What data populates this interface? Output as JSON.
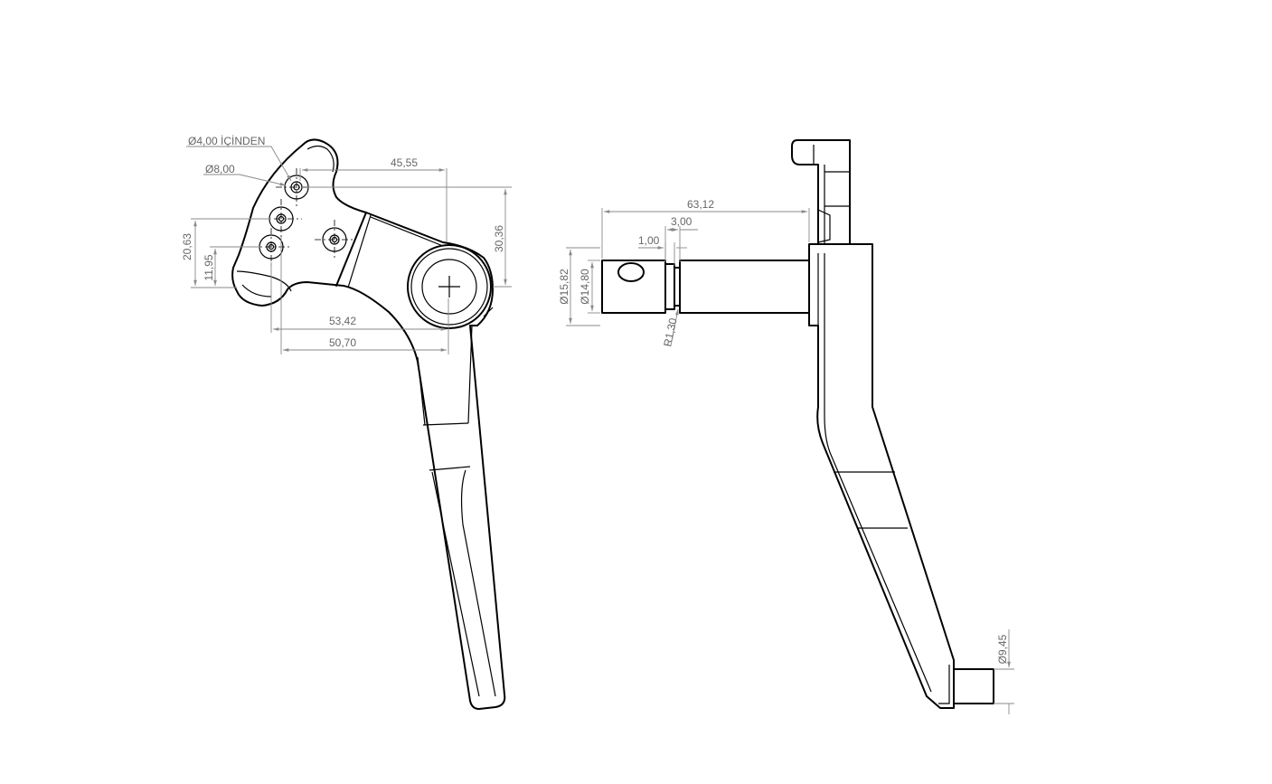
{
  "dimensions": {
    "hole_inner": "Ø4,00 İÇİNDEN",
    "hole_outer": "Ø8,00",
    "d_45_55": "45,55",
    "d_30_36": "30,36",
    "d_20_63": "20,63",
    "d_11_95": "11,95",
    "d_53_42": "53,42",
    "d_50_70": "50,70",
    "d_63_12": "63,12",
    "d_3_00": "3,00",
    "d_1_00": "1,00",
    "d_dia_15_82": "Ø15,82",
    "d_dia_14_80": "Ø14,80",
    "d_r_1_30": "R1,30",
    "d_dia_9_45": "Ø9,45"
  },
  "colors": {
    "part_line": "#000000",
    "dimension_line": "#8a8a8a",
    "dimension_text": "#666666"
  }
}
